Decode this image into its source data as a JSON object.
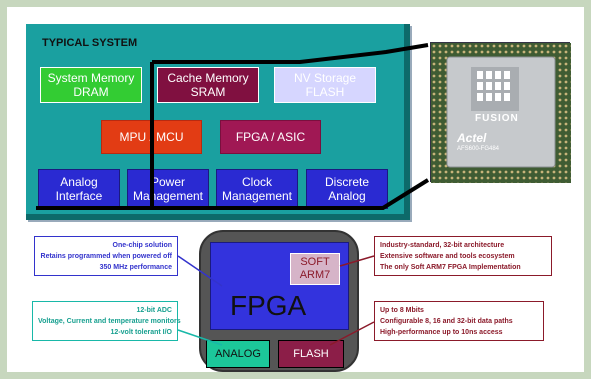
{
  "typical_system": {
    "title": "TYPICAL SYSTEM",
    "system_memory": {
      "line1": "System Memory",
      "line2": "DRAM"
    },
    "cache_memory": {
      "line1": "Cache Memory",
      "line2": "SRAM"
    },
    "nv_storage": {
      "line1": "NV Storage",
      "line2": "FLASH"
    },
    "mpu": "MPU / MCU",
    "fpga_asic": "FPGA / ASIC",
    "analog_interface": {
      "line1": "Analog",
      "line2": "Interface"
    },
    "power_management": {
      "line1": "Power",
      "line2": "Management"
    },
    "clock_management": {
      "line1": "Clock",
      "line2": "Management"
    },
    "discrete_analog": {
      "line1": "Discrete",
      "line2": "Analog"
    }
  },
  "chip_photo": {
    "brand": "Actel",
    "model": "FUSION",
    "part": "AFS600-FG484"
  },
  "fusion_chip": {
    "soft_arm7": {
      "line1": "SOFT",
      "line2": "ARM7"
    },
    "fpga": "FPGA",
    "analog": "ANALOG",
    "flash": "FLASH"
  },
  "notes": {
    "fpga": [
      "One-chip solution",
      "Retains programmed when powered off",
      "350 MHz performance"
    ],
    "arm": [
      "Industry-standard, 32-bit architecture",
      "Extensive software and tools ecosystem",
      "The only Soft ARM7  FPGA Implementation"
    ],
    "analog": [
      "12-bit ADC",
      "Voltage, Current and temperature monitors",
      "12-volt tolerant I/O"
    ],
    "flash": [
      "Up to 8 Mbits",
      "Configurable 8, 16 and 32-bit data paths",
      "High-performance up to 10ns access"
    ]
  },
  "colors": {
    "frame": "#c7d7be",
    "system_teal": "#1aa0a0",
    "system_memory": "#33cc33",
    "cache_memory": "#801040",
    "nv_storage": "#d6d6ff",
    "mpu": "#e23c14",
    "fpga_asic": "#a01854",
    "interface_blue": "#2a2ad2",
    "chip_body": "#555555",
    "fpga_blue": "#3333dd",
    "soft_arm7": "#d6b4c8",
    "analog": "#1cc79a",
    "flash": "#8c1e48",
    "note_blue": "#3333cc",
    "note_red": "#8b1a2a",
    "note_teal": "#18b8a8"
  }
}
